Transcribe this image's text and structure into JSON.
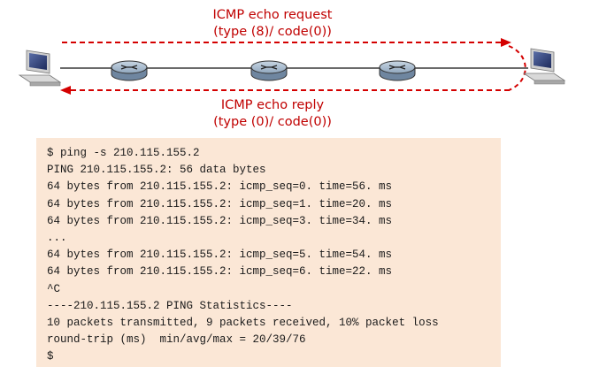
{
  "diagram": {
    "request_label_line1": "ICMP echo request",
    "request_label_line2": "(type (8)/ code(0))",
    "reply_label_line1": "ICMP echo reply",
    "reply_label_line2": "(type (0)/ code(0))",
    "nodes": [
      {
        "name": "source-host-icon",
        "kind": "host"
      },
      {
        "name": "router-1-icon",
        "kind": "router"
      },
      {
        "name": "router-2-icon",
        "kind": "router"
      },
      {
        "name": "router-3-icon",
        "kind": "router"
      },
      {
        "name": "destination-host-icon",
        "kind": "host"
      }
    ],
    "colors": {
      "arrow": "#d40000",
      "label": "#c00000",
      "router_fill": "#9fb3c8",
      "terminal_bg": "#fbe7d6"
    }
  },
  "terminal": {
    "lines": [
      "$ ping -s 210.115.155.2",
      "PING 210.115.155.2: 56 data bytes",
      "64 bytes from 210.115.155.2: icmp_seq=0. time=56. ms",
      "64 bytes from 210.115.155.2: icmp_seq=1. time=20. ms",
      "64 bytes from 210.115.155.2: icmp_seq=3. time=34. ms",
      "...",
      "64 bytes from 210.115.155.2: icmp_seq=5. time=54. ms",
      "64 bytes from 210.115.155.2: icmp_seq=6. time=22. ms",
      "^C",
      "----210.115.155.2 PING Statistics----",
      "10 packets transmitted, 9 packets received, 10% packet loss",
      "round-trip (ms)  min/avg/max = 20/39/76",
      "$"
    ]
  }
}
